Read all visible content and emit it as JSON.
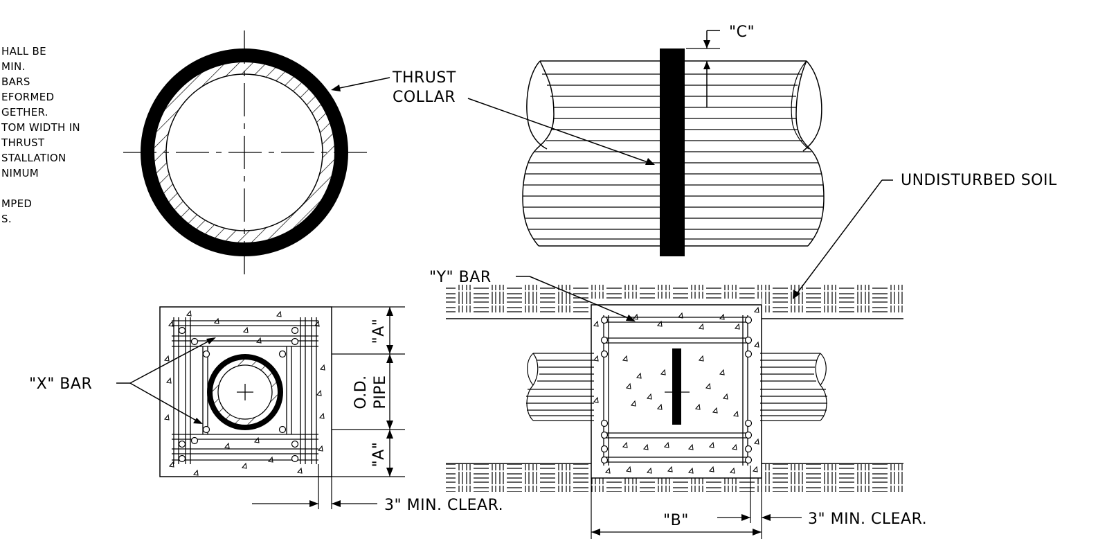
{
  "notes": {
    "lines": [
      "HALL BE",
      "MIN.",
      " BARS",
      "EFORMED",
      "GETHER.",
      "TOM WIDTH IN",
      "THRUST",
      "STALLATION",
      "NIMUM",
      "",
      "MPED",
      "S."
    ]
  },
  "labels": {
    "thrust_collar_line1": "THRUST",
    "thrust_collar_line2": "COLLAR",
    "c_dim": "\"C\"",
    "undisturbed_soil": "UNDISTURBED SOIL",
    "y_bar": "\"Y\" BAR",
    "x_bar": "\"X\" BAR",
    "a_dim_top": "\"A\"",
    "a_dim_bottom": "\"A\"",
    "od_pipe_line1": "O.D.",
    "od_pipe_line2": "PIPE",
    "min_clear_left": "3\" MIN. CLEAR.",
    "min_clear_right": "3\" MIN. CLEAR.",
    "b_dim": "\"B\""
  }
}
